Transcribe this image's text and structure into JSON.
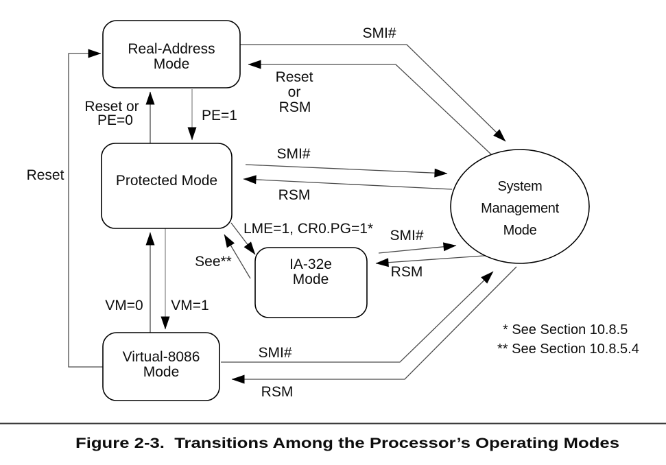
{
  "nodes": {
    "real_address": {
      "line1": "Real-Address",
      "line2": "Mode"
    },
    "protected_mode": {
      "label": "Protected Mode"
    },
    "ia32e": {
      "line1": "IA-32e",
      "line2": "Mode"
    },
    "virtual_8086": {
      "line1": "Virtual-8086",
      "line2": "Mode"
    },
    "system_management": {
      "line1": "System",
      "line2": "Management",
      "line3": "Mode"
    }
  },
  "edge_labels": {
    "smi_from_real_address": "SMI#",
    "reset_or_rsm": [
      "Reset",
      "or",
      "RSM"
    ],
    "reset_or_pe0": [
      "Reset or",
      "PE=0"
    ],
    "pe1": "PE=1",
    "reset": "Reset",
    "smi_from_protected": "SMI#",
    "rsm_to_protected": "RSM",
    "lme": "LME=1, CR0.PG=1*",
    "see": "See**",
    "smi_from_ia32e": "SMI#",
    "rsm_to_ia32e": "RSM",
    "vm0": "VM=0",
    "vm1": "VM=1",
    "smi_from_v86": "SMI#",
    "rsm_to_v86": "RSM"
  },
  "notes": {
    "note1": "* See Section 10.8.5",
    "note2": "** See Section 10.8.5.4"
  },
  "caption": {
    "text": "Figure 2-3.  Transitions Among the Processor’s Operating Modes",
    "color": "#0f6db4"
  }
}
